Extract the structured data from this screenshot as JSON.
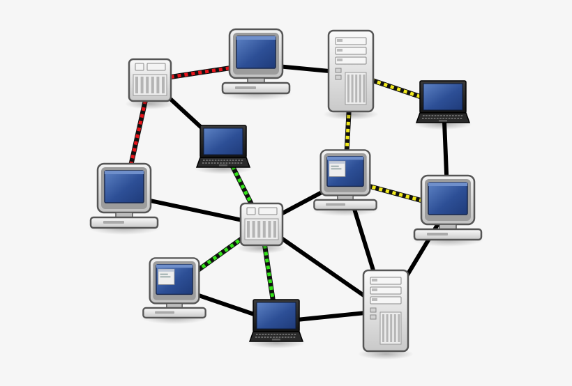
{
  "diagram": {
    "background": "#f6f6f6",
    "nodes": [
      {
        "id": "desktop-top",
        "type": "desktop"
      },
      {
        "id": "server-tower-top",
        "type": "tower-server"
      },
      {
        "id": "server-small-topleft",
        "type": "small-server"
      },
      {
        "id": "laptop-right",
        "type": "laptop"
      },
      {
        "id": "laptop-center",
        "type": "laptop"
      },
      {
        "id": "desktop-left",
        "type": "desktop"
      },
      {
        "id": "desktop-center-window",
        "type": "desktop-with-window"
      },
      {
        "id": "desktop-right",
        "type": "desktop"
      },
      {
        "id": "server-small-hub",
        "type": "small-server"
      },
      {
        "id": "desktop-bottomleft-window",
        "type": "desktop-with-window"
      },
      {
        "id": "laptop-bottom",
        "type": "laptop"
      },
      {
        "id": "server-tower-bottom",
        "type": "tower-server"
      }
    ],
    "links": [
      {
        "from": "server-small-topleft",
        "to": "desktop-top",
        "style": "red-dashed"
      },
      {
        "from": "server-small-topleft",
        "to": "desktop-left",
        "style": "red-dashed"
      },
      {
        "from": "server-small-topleft",
        "to": "laptop-center",
        "style": "solid"
      },
      {
        "from": "desktop-top",
        "to": "server-tower-top",
        "style": "solid"
      },
      {
        "from": "server-tower-top",
        "to": "laptop-right",
        "style": "yellow-dashed"
      },
      {
        "from": "server-tower-top",
        "to": "desktop-center-window",
        "style": "yellow-dashed"
      },
      {
        "from": "laptop-right",
        "to": "desktop-right",
        "style": "solid"
      },
      {
        "from": "desktop-center-window",
        "to": "desktop-right",
        "style": "yellow-dashed"
      },
      {
        "from": "laptop-center",
        "to": "server-small-hub",
        "style": "green-dashed"
      },
      {
        "from": "desktop-left",
        "to": "server-small-hub",
        "style": "solid"
      },
      {
        "from": "server-small-hub",
        "to": "desktop-center-window",
        "style": "solid"
      },
      {
        "from": "server-small-hub",
        "to": "desktop-bottomleft-window",
        "style": "green-dashed"
      },
      {
        "from": "server-small-hub",
        "to": "laptop-bottom",
        "style": "green-dashed"
      },
      {
        "from": "server-small-hub",
        "to": "server-tower-bottom",
        "style": "solid"
      },
      {
        "from": "desktop-center-window",
        "to": "server-tower-bottom",
        "style": "solid"
      },
      {
        "from": "desktop-right",
        "to": "server-tower-bottom",
        "style": "solid"
      },
      {
        "from": "desktop-bottomleft-window",
        "to": "laptop-bottom",
        "style": "solid"
      },
      {
        "from": "laptop-bottom",
        "to": "server-tower-bottom",
        "style": "solid"
      }
    ],
    "link_styles": {
      "solid": {
        "color": "#000000",
        "dashed": false
      },
      "red-dashed": {
        "color": "#e8141b",
        "dashed": true
      },
      "yellow-dashed": {
        "color": "#f2ea1d",
        "dashed": true
      },
      "green-dashed": {
        "color": "#33e319",
        "dashed": true
      }
    },
    "colors": {
      "screen": "#2d4f96",
      "screen_highlight": "#5d82c4",
      "bezel": "#d8d8d8",
      "metal": "#e4e4e4",
      "dark_body": "#1e1e1e"
    }
  }
}
